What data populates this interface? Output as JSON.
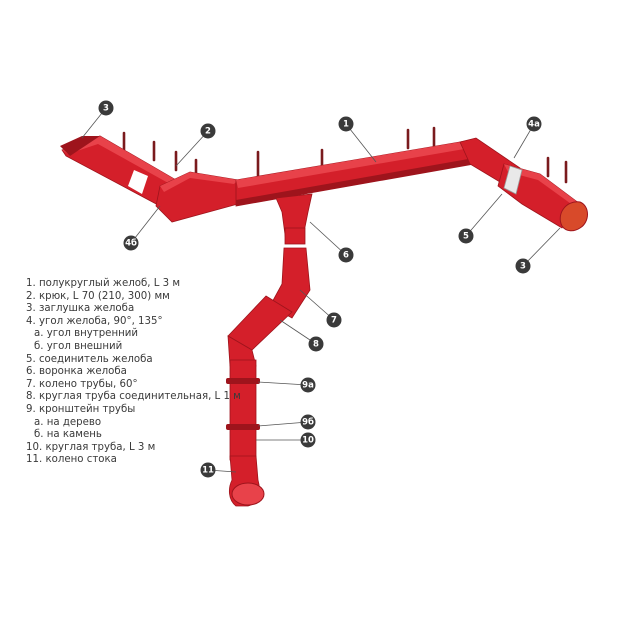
{
  "colors": {
    "part": "#d41f2a",
    "part_dark": "#9e141c",
    "part_light": "#e8424a",
    "stub": "#7a1a1d",
    "callout": "#3a3a3a",
    "leader": "#555555",
    "legend_text": "#3a3a3a"
  },
  "callouts": [
    {
      "id": "c3a",
      "label": "3"
    },
    {
      "id": "c2",
      "label": "2"
    },
    {
      "id": "c1",
      "label": "1"
    },
    {
      "id": "c4a",
      "label": "4а"
    },
    {
      "id": "c46",
      "label": "4б"
    },
    {
      "id": "c5",
      "label": "5"
    },
    {
      "id": "c6",
      "label": "6"
    },
    {
      "id": "c3b",
      "label": "3"
    },
    {
      "id": "c7",
      "label": "7"
    },
    {
      "id": "c8",
      "label": "8"
    },
    {
      "id": "c9a",
      "label": "9а"
    },
    {
      "id": "c96",
      "label": "9б"
    },
    {
      "id": "c10",
      "label": "10"
    },
    {
      "id": "c11",
      "label": "11"
    }
  ],
  "legend": [
    {
      "text": "1. полукруглый желоб, L 3 м",
      "subs": []
    },
    {
      "text": "2. крюк, L 70 (210, 300) мм",
      "subs": []
    },
    {
      "text": "3. заглушка желоба",
      "subs": []
    },
    {
      "text": "4. угол желоба, 90°, 135°",
      "subs": [
        "а. угол внутренний",
        "б. угол внешний"
      ]
    },
    {
      "text": "5. соединитель желоба",
      "subs": []
    },
    {
      "text": "6. воронка желоба",
      "subs": []
    },
    {
      "text": "7. колено трубы, 60°",
      "subs": []
    },
    {
      "text": "8. круглая труба соединительная, L 1 м",
      "subs": []
    },
    {
      "text": "9. кронштейн трубы",
      "subs": [
        "а. на дерево",
        "б. на камень"
      ]
    },
    {
      "text": "10. круглая труба, L 3 м",
      "subs": []
    },
    {
      "text": "11. колено стока",
      "subs": []
    }
  ]
}
